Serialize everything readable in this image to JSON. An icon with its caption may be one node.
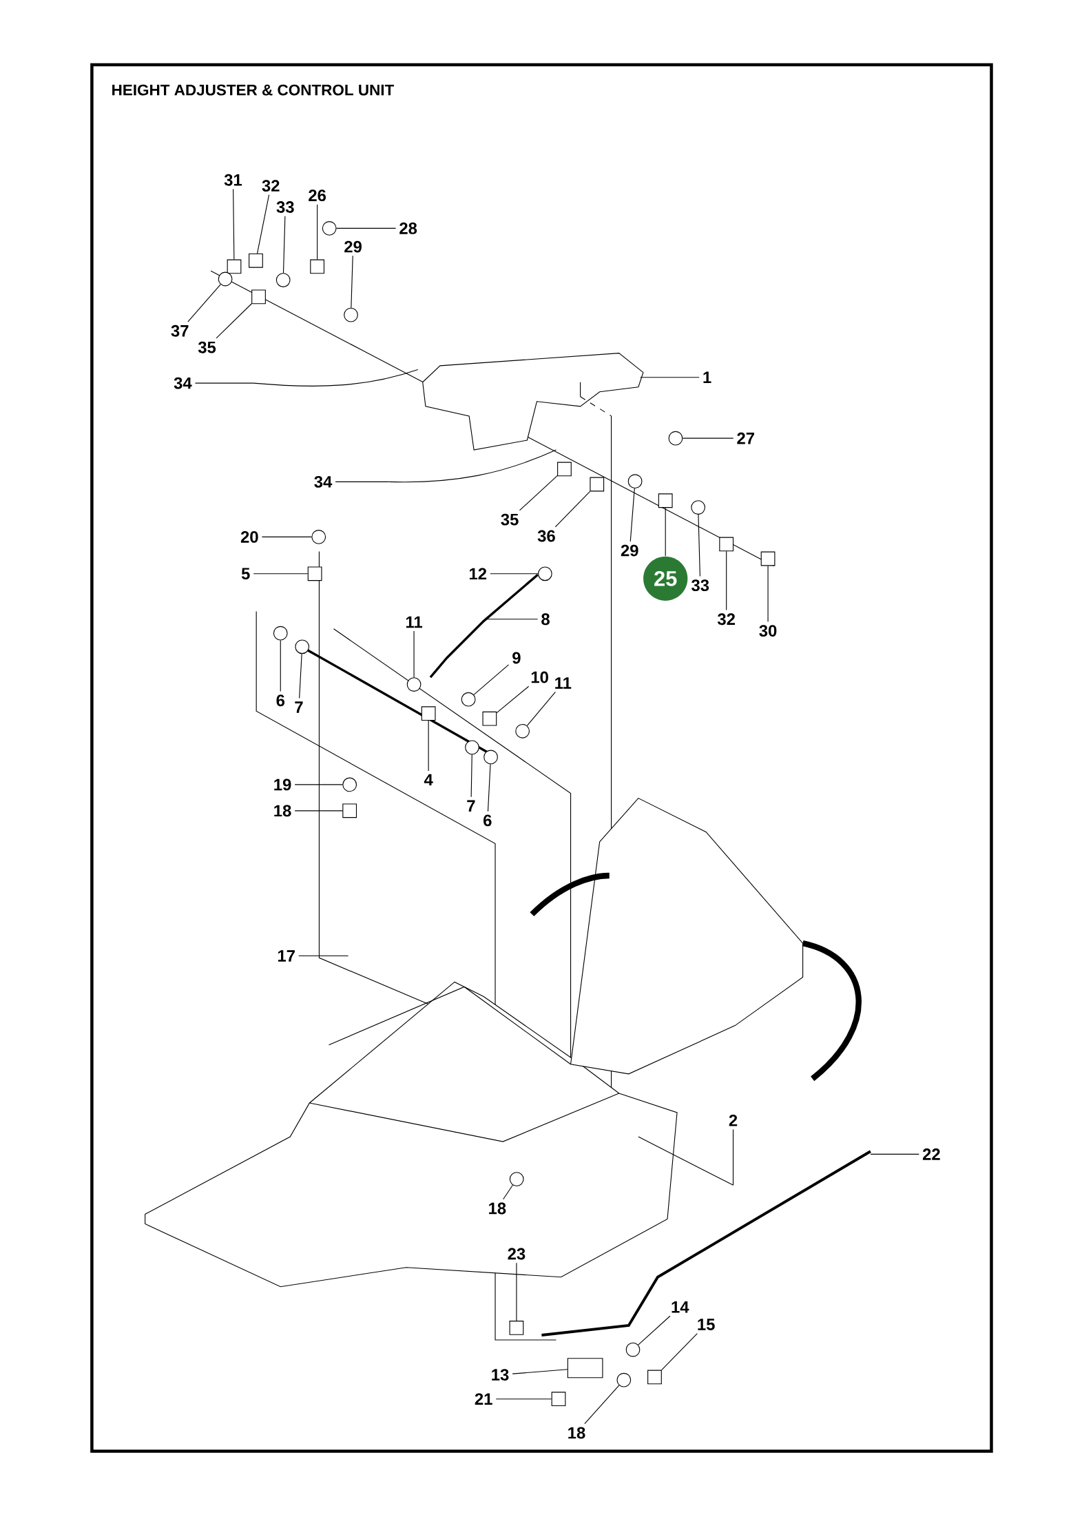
{
  "diagram": {
    "title": "HEIGHT ADJUSTER & CONTROL UNIT",
    "nodes": [
      {
        "text": [
          "31"
        ]
      },
      {
        "text": [
          "32"
        ]
      },
      {
        "text": [
          "33"
        ]
      },
      {
        "text": [
          "26"
        ]
      },
      {
        "text": [
          "28"
        ]
      },
      {
        "text": [
          "29"
        ]
      },
      {
        "text": [
          "37"
        ]
      },
      {
        "text": [
          "35"
        ]
      },
      {
        "text": [
          "34"
        ]
      },
      {
        "text": [
          "1"
        ]
      },
      {
        "text": [
          "27"
        ]
      },
      {
        "text": [
          "34"
        ]
      },
      {
        "text": [
          "35"
        ]
      },
      {
        "text": [
          "36"
        ]
      },
      {
        "text": [
          "29"
        ]
      },
      {
        "text": [
          "25"
        ]
      },
      {
        "text": [
          "33"
        ]
      },
      {
        "text": [
          "32"
        ]
      },
      {
        "text": [
          "30"
        ]
      },
      {
        "text": [
          "20"
        ]
      },
      {
        "text": [
          "5"
        ]
      },
      {
        "text": [
          "12"
        ]
      },
      {
        "text": [
          "8"
        ]
      },
      {
        "text": [
          "11"
        ]
      },
      {
        "text": [
          "9"
        ]
      },
      {
        "text": [
          "10"
        ]
      },
      {
        "text": [
          "11"
        ]
      },
      {
        "text": [
          "6"
        ]
      },
      {
        "text": [
          "7"
        ]
      },
      {
        "text": [
          "4"
        ]
      },
      {
        "text": [
          "7"
        ]
      },
      {
        "text": [
          "6"
        ]
      },
      {
        "text": [
          "19"
        ]
      },
      {
        "text": [
          "18"
        ]
      },
      {
        "text": [
          "17"
        ]
      },
      {
        "text": [
          "2"
        ]
      },
      {
        "text": [
          "22"
        ]
      },
      {
        "text": [
          "18"
        ]
      },
      {
        "text": [
          "23"
        ]
      },
      {
        "text": [
          "14"
        ]
      },
      {
        "text": [
          "15"
        ]
      },
      {
        "text": [
          "13"
        ]
      },
      {
        "text": [
          "21"
        ]
      },
      {
        "text": [
          "18"
        ]
      },
      {
        "text": [],
        "shape": "box"
      },
      {
        "text": [],
        "shape": "box"
      },
      {
        "text": [],
        "shape": "circle"
      },
      {
        "text": [],
        "shape": "box"
      },
      {
        "text": [],
        "shape": "circle"
      },
      {
        "text": [],
        "shape": "circle"
      },
      {
        "text": [],
        "shape": "circle"
      },
      {
        "text": [],
        "shape": "box"
      },
      {
        "text": [],
        "shape": "circle"
      },
      {
        "text": [],
        "shape": "box"
      },
      {
        "text": [],
        "shape": "box"
      },
      {
        "text": [],
        "shape": "circle"
      },
      {
        "text": [],
        "shape": "box"
      },
      {
        "text": [],
        "shape": "circle"
      },
      {
        "text": [],
        "shape": "box"
      },
      {
        "text": [],
        "shape": "box"
      },
      {
        "text": [],
        "shape": "circle"
      },
      {
        "text": [],
        "shape": "box"
      },
      {
        "text": [],
        "shape": "circle"
      },
      {
        "text": [],
        "shape": "circle"
      },
      {
        "text": [],
        "shape": "circle"
      },
      {
        "text": [],
        "shape": "box"
      },
      {
        "text": [],
        "shape": "circle"
      },
      {
        "text": [],
        "shape": "circle"
      },
      {
        "text": [],
        "shape": "circle"
      },
      {
        "text": [],
        "shape": "box"
      },
      {
        "text": [],
        "shape": "circle"
      },
      {
        "text": [],
        "shape": "circle"
      },
      {
        "text": [],
        "shape": "circle"
      },
      {
        "text": [],
        "shape": "box"
      },
      {
        "text": [],
        "shape": "circle"
      },
      {
        "text": [],
        "shape": "box"
      },
      {
        "text": [],
        "shape": "circle"
      },
      {
        "text": [],
        "shape": "box"
      },
      {
        "text": [],
        "shape": "box"
      },
      {
        "text": [],
        "shape": "circle"
      },
      {
        "text": [],
        "shape": "box"
      }
    ],
    "edges": [
      {
        "from": 0,
        "to": 44,
        "arrow": "none"
      },
      {
        "from": 1,
        "to": 45,
        "arrow": "none"
      },
      {
        "from": 2,
        "to": 46,
        "arrow": "none"
      },
      {
        "from": 3,
        "to": 47,
        "arrow": "none"
      },
      {
        "from": 4,
        "to": 48,
        "arrow": "none"
      },
      {
        "from": 5,
        "to": 49,
        "arrow": "none"
      },
      {
        "from": 6,
        "to": 50,
        "arrow": "none"
      },
      {
        "from": 7,
        "to": 51,
        "arrow": "none"
      },
      {
        "from": 8,
        "to": null,
        "arrow": "none"
      },
      {
        "from": 9,
        "to": null,
        "arrow": "none"
      },
      {
        "from": 10,
        "to": 52,
        "arrow": "none"
      },
      {
        "from": 11,
        "to": null,
        "arrow": "none"
      },
      {
        "from": 12,
        "to": 53,
        "arrow": "none"
      },
      {
        "from": 13,
        "to": 54,
        "arrow": "none"
      },
      {
        "from": 14,
        "to": 55,
        "arrow": "none"
      },
      {
        "from": 15,
        "to": 56,
        "arrow": "none"
      },
      {
        "from": 16,
        "to": 57,
        "arrow": "none"
      },
      {
        "from": 17,
        "to": 58,
        "arrow": "none"
      },
      {
        "from": 18,
        "to": 59,
        "arrow": "none"
      },
      {
        "from": 19,
        "to": 60,
        "arrow": "none"
      },
      {
        "from": 20,
        "to": 61,
        "arrow": "none"
      },
      {
        "from": 21,
        "to": 62,
        "arrow": "none"
      },
      {
        "from": 22,
        "to": null,
        "arrow": "none"
      },
      {
        "from": 23,
        "to": 63,
        "arrow": "none"
      },
      {
        "from": 24,
        "to": 64,
        "arrow": "none"
      },
      {
        "from": 25,
        "to": 65,
        "arrow": "none"
      },
      {
        "from": 26,
        "to": 66,
        "arrow": "none"
      },
      {
        "from": 27,
        "to": 67,
        "arrow": "none"
      },
      {
        "from": 28,
        "to": 68,
        "arrow": "none"
      },
      {
        "from": 29,
        "to": 69,
        "arrow": "none"
      },
      {
        "from": 30,
        "to": 70,
        "arrow": "none"
      },
      {
        "from": 31,
        "to": 71,
        "arrow": "none"
      },
      {
        "from": 32,
        "to": 72,
        "arrow": "none"
      },
      {
        "from": 33,
        "to": 73,
        "arrow": "none"
      },
      {
        "from": 34,
        "to": null,
        "arrow": "none"
      },
      {
        "from": 35,
        "to": null,
        "arrow": "none"
      },
      {
        "from": 36,
        "to": null,
        "arrow": "none"
      },
      {
        "from": 37,
        "to": 74,
        "arrow": "none"
      },
      {
        "from": 38,
        "to": 75,
        "arrow": "none"
      },
      {
        "from": 39,
        "to": 76,
        "arrow": "none"
      },
      {
        "from": 40,
        "to": 77,
        "arrow": "none"
      },
      {
        "from": 41,
        "to": 80,
        "arrow": "none"
      },
      {
        "from": 42,
        "to": 78,
        "arrow": "none"
      },
      {
        "from": 43,
        "to": 79,
        "arrow": "none"
      }
    ]
  }
}
